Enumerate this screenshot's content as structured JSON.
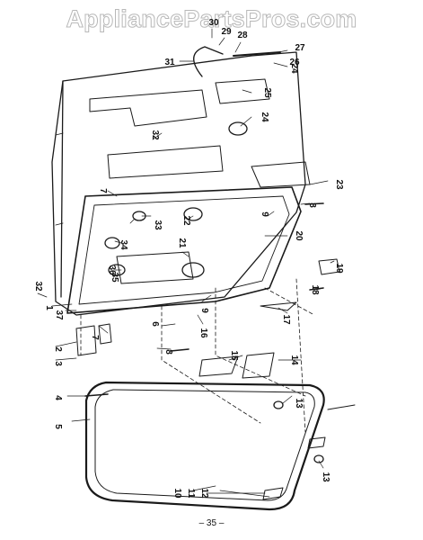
{
  "watermark": "AppliancePartsPros.com",
  "page_number": "– 35 –",
  "callouts": [
    "1",
    "2",
    "3",
    "4",
    "5",
    "6",
    "7",
    "7",
    "8",
    "8",
    "9",
    "9",
    "10",
    "11",
    "12",
    "13",
    "13",
    "14",
    "15",
    "16",
    "17",
    "18",
    "19",
    "20",
    "21",
    "22",
    "23",
    "24",
    "24",
    "25",
    "26",
    "27",
    "28",
    "29",
    "30",
    "31",
    "32",
    "32",
    "33",
    "34",
    "35",
    "36",
    "37"
  ],
  "colors": {
    "line": "#1a1a1a",
    "watermark_outline": "#b8b8b8"
  }
}
